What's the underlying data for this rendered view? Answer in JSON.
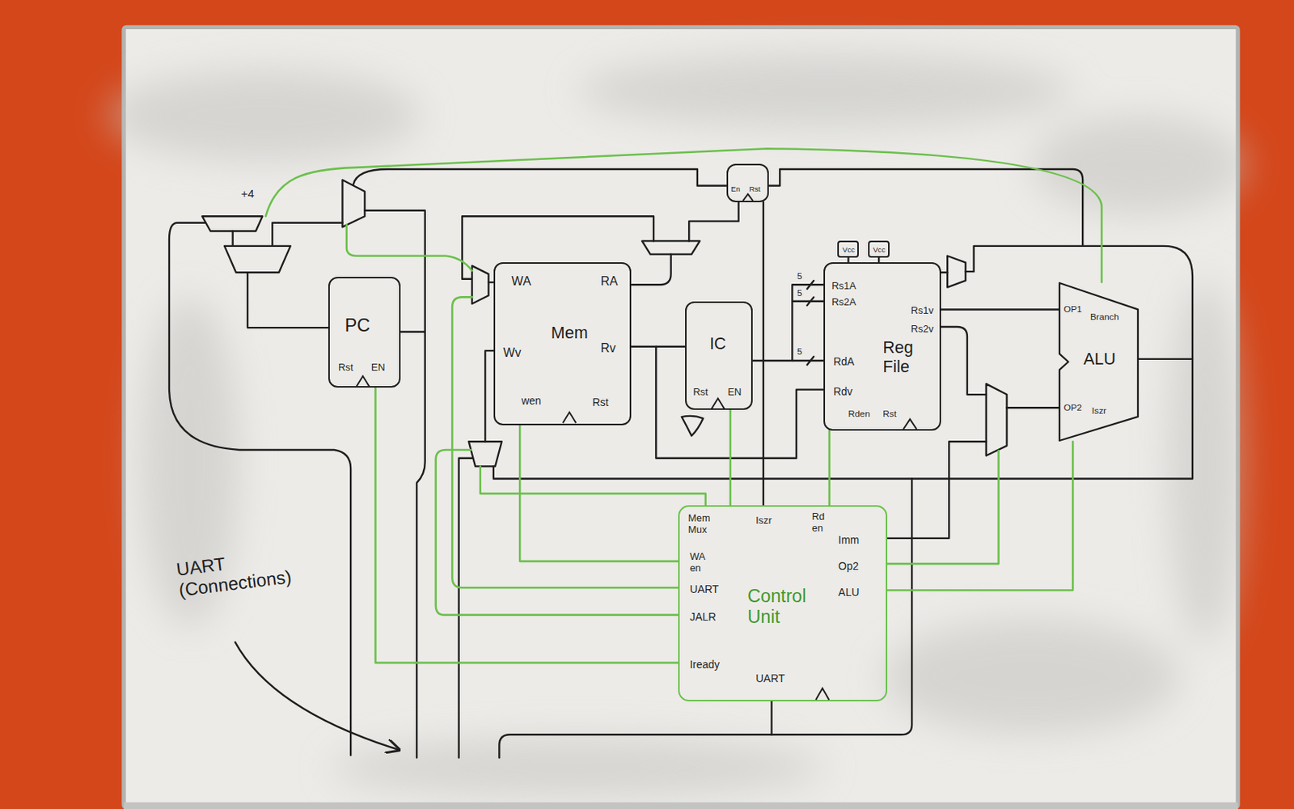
{
  "diagram": {
    "nodes": [
      {
        "text": [
          "En",
          "Rst"
        ]
      },
      {
        "text": [
          "Vcc"
        ]
      },
      {
        "text": [
          "Vcc"
        ]
      },
      {
        "text": [
          "PC",
          "Rst",
          "EN"
        ]
      },
      {
        "text": [
          "WA",
          "RA",
          "Mem",
          "Wv",
          "Rv",
          "wen",
          "Rst"
        ]
      },
      {
        "text": [
          "IC",
          "Rst",
          "EN"
        ]
      },
      {
        "text": [
          "Rs1A",
          "Rs2A",
          "Rs1v",
          "Rs2v",
          "Reg File",
          "RdA",
          "Rdv",
          "Rden",
          "Rst"
        ]
      },
      {
        "text": [
          "OP1",
          "Branch",
          "ALU",
          "OP2",
          "Iszr"
        ]
      },
      {
        "text": [
          "Mem Mux",
          "Iszr",
          "Rd en",
          "Imm",
          "WA en",
          "Op2",
          "UART",
          "ALU",
          "Control Unit",
          "JALR",
          "Iready",
          "UART"
        ]
      }
    ],
    "edges": [
      {
        "from": 4,
        "to": 5,
        "arrow": "none"
      },
      {
        "from": 5,
        "to": 6,
        "arrow": "none"
      },
      {
        "from": 6,
        "to": 7,
        "arrow": "none"
      },
      {
        "from": 8,
        "to": 7,
        "arrow": "none"
      },
      {
        "from": 8,
        "to": 3,
        "arrow": "none"
      },
      {
        "from": 8,
        "to": 6,
        "arrow": "none"
      },
      {
        "from": 8,
        "to": 5,
        "arrow": "none"
      },
      {
        "from": 0,
        "to": 8,
        "arrow": "none"
      },
      {
        "from": 1,
        "to": 6,
        "arrow": "none"
      },
      {
        "from": 2,
        "to": 6,
        "arrow": "none"
      },
      {
        "from": 8,
        "to": 4,
        "arrow": "none"
      }
    ],
    "labels": [
      "+4",
      "5",
      "5",
      "5",
      "UART (Connections)"
    ]
  }
}
